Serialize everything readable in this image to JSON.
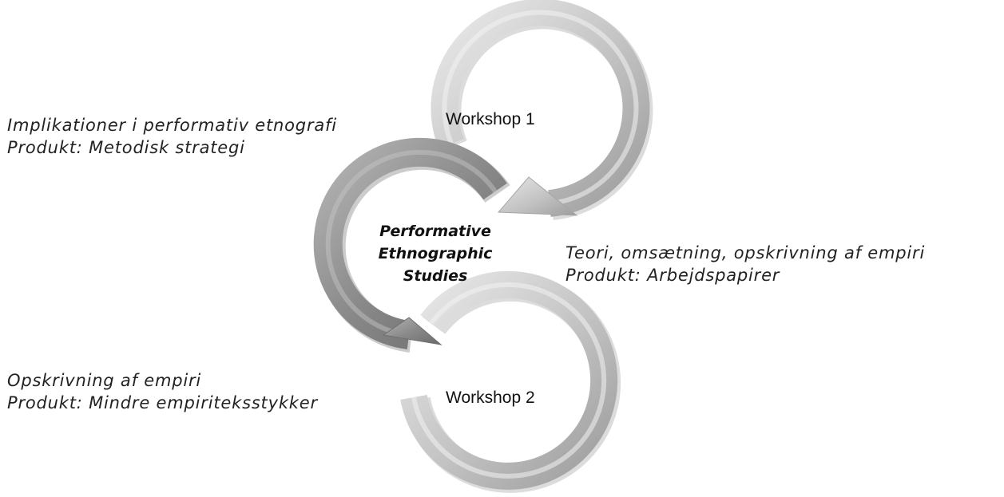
{
  "diagram": {
    "center_title": [
      "Performative",
      "Ethnographic",
      "Studies"
    ],
    "workshop_1": "Workshop 1",
    "workshop_2": "Workshop 2",
    "notes": {
      "top_left": [
        "Implikationer i performativ etnografi",
        "Produkt: Metodisk strategi"
      ],
      "middle_right": [
        "Teori, omsætning, opskrivning af empiri",
        "Produkt: Arbejdspapirer"
      ],
      "bottom_left": [
        "Opskrivning af empiri",
        "Produkt: Mindre empiriteksstykker"
      ]
    },
    "colors": {
      "arc_light": "#c4c4c4",
      "arc_dark": "#8e8e8e",
      "text": "#222222"
    }
  }
}
